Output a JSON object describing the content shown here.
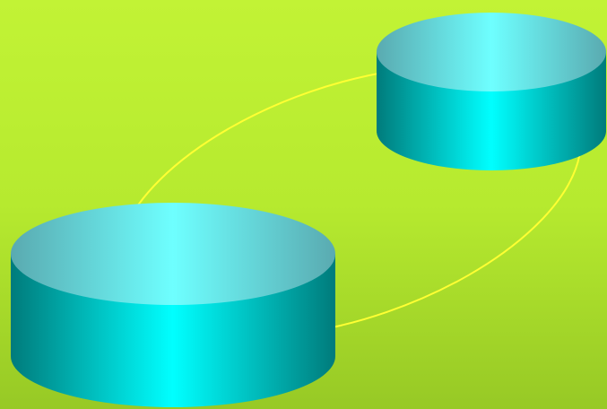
{
  "diagram": {
    "title": "",
    "background_colors": {
      "top": "#c2f335",
      "bottom": "#97c925"
    },
    "connector": {
      "color": "#ffff33",
      "shape": "ellipse",
      "label": ""
    },
    "cylinders": [
      {
        "id": "top-right",
        "label": "",
        "body_color": "#00ffff",
        "body_shade": "#007b7b",
        "top_color": "#6effff"
      },
      {
        "id": "bottom-left",
        "label": "",
        "body_color": "#00ffff",
        "body_shade": "#007b7b",
        "top_color": "#6effff"
      }
    ]
  }
}
